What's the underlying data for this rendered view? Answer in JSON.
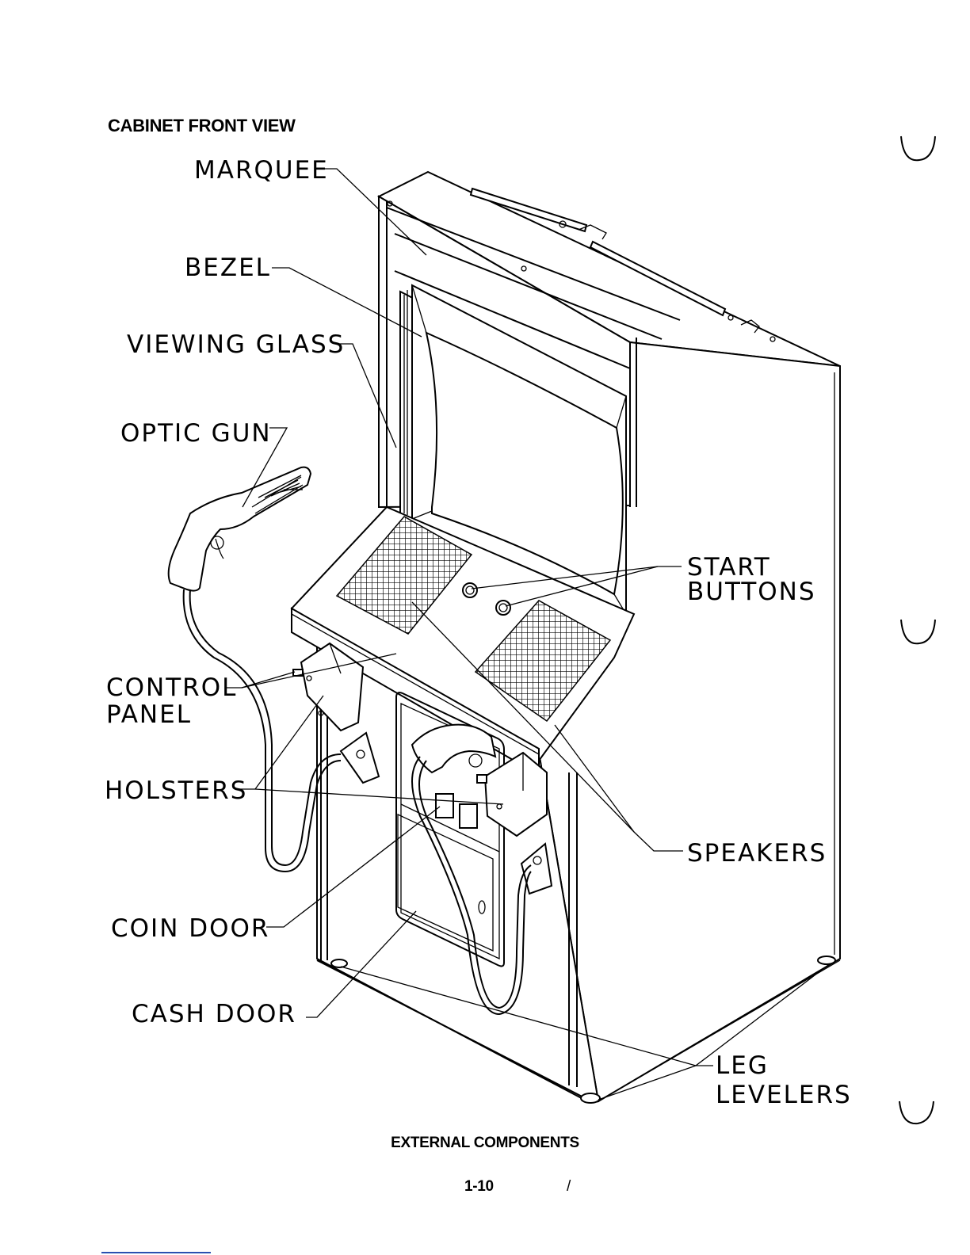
{
  "title": "CABINET FRONT VIEW",
  "caption": "EXTERNAL COMPONENTS",
  "page_number": "1-10",
  "page_mark": "/",
  "labels": {
    "marquee": "MARQUEE",
    "bezel": "BEZEL",
    "viewing_glass": "VIEWING GLASS",
    "optic_gun": "OPTIC GUN",
    "start_buttons_1": "START",
    "start_buttons_2": "BUTTONS",
    "control_panel_1": "CONTROL",
    "control_panel_2": "PANEL",
    "holsters": "HOLSTERS",
    "speakers": "SPEAKERS",
    "coin_door": "COIN DOOR",
    "cash_door": "CASH DOOR",
    "leg_levelers_1": "LEG",
    "leg_levelers_2": "LEVELERS"
  },
  "colors": {
    "ink": "#000000",
    "paper": "#ffffff",
    "rule": "#2a4fb0"
  }
}
